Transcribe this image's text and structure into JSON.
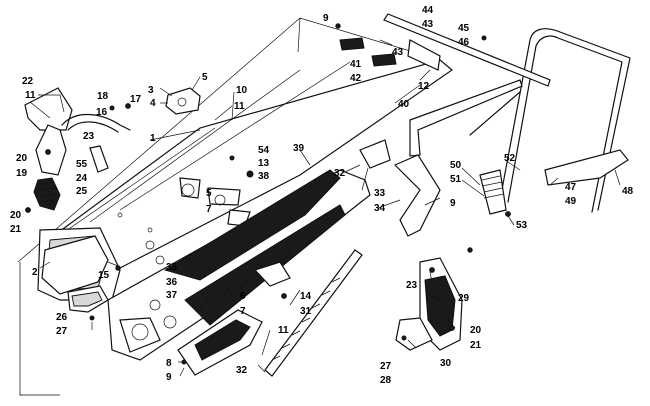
{
  "parts_diagram": {
    "callouts": [
      {
        "key": "c1",
        "text": "1"
      },
      {
        "key": "c2",
        "text": "2"
      },
      {
        "key": "c3",
        "text": "3"
      },
      {
        "key": "c4",
        "text": "4"
      },
      {
        "key": "c5a",
        "text": "5"
      },
      {
        "key": "c5b",
        "text": "5"
      },
      {
        "key": "c6",
        "text": "6"
      },
      {
        "key": "c7a",
        "text": "7"
      },
      {
        "key": "c7b",
        "text": "7"
      },
      {
        "key": "c8",
        "text": "8"
      },
      {
        "key": "c9a",
        "text": "9"
      },
      {
        "key": "c9b",
        "text": "9"
      },
      {
        "key": "c9c",
        "text": "9"
      },
      {
        "key": "c10",
        "text": "10"
      },
      {
        "key": "c11a",
        "text": "11"
      },
      {
        "key": "c11b",
        "text": "11"
      },
      {
        "key": "c11c",
        "text": "11"
      },
      {
        "key": "c12",
        "text": "12"
      },
      {
        "key": "c13",
        "text": "13"
      },
      {
        "key": "c14",
        "text": "14"
      },
      {
        "key": "c15",
        "text": "15"
      },
      {
        "key": "c16",
        "text": "16"
      },
      {
        "key": "c17",
        "text": "17"
      },
      {
        "key": "c18",
        "text": "18"
      },
      {
        "key": "c19",
        "text": "19"
      },
      {
        "key": "c20a",
        "text": "20"
      },
      {
        "key": "c20b",
        "text": "20"
      },
      {
        "key": "c20c",
        "text": "20"
      },
      {
        "key": "c21a",
        "text": "21"
      },
      {
        "key": "c21b",
        "text": "21"
      },
      {
        "key": "c22",
        "text": "22"
      },
      {
        "key": "c23a",
        "text": "23"
      },
      {
        "key": "c23b",
        "text": "23"
      },
      {
        "key": "c24",
        "text": "24"
      },
      {
        "key": "c25",
        "text": "25"
      },
      {
        "key": "c26",
        "text": "26"
      },
      {
        "key": "c27a",
        "text": "27"
      },
      {
        "key": "c27b",
        "text": "27"
      },
      {
        "key": "c28",
        "text": "28"
      },
      {
        "key": "c29",
        "text": "29"
      },
      {
        "key": "c30",
        "text": "30"
      },
      {
        "key": "c31",
        "text": "31"
      },
      {
        "key": "c32a",
        "text": "32"
      },
      {
        "key": "c32b",
        "text": "32"
      },
      {
        "key": "c33",
        "text": "33"
      },
      {
        "key": "c34",
        "text": "34"
      },
      {
        "key": "c35",
        "text": "35"
      },
      {
        "key": "c36",
        "text": "36"
      },
      {
        "key": "c37",
        "text": "37"
      },
      {
        "key": "c38",
        "text": "38"
      },
      {
        "key": "c39",
        "text": "39"
      },
      {
        "key": "c40",
        "text": "40"
      },
      {
        "key": "c41",
        "text": "41"
      },
      {
        "key": "c42",
        "text": "42"
      },
      {
        "key": "c43a",
        "text": "43"
      },
      {
        "key": "c43b",
        "text": "43"
      },
      {
        "key": "c44",
        "text": "44"
      },
      {
        "key": "c45",
        "text": "45"
      },
      {
        "key": "c46",
        "text": "46"
      },
      {
        "key": "c47",
        "text": "47"
      },
      {
        "key": "c48",
        "text": "48"
      },
      {
        "key": "c49",
        "text": "49"
      },
      {
        "key": "c50",
        "text": "50"
      },
      {
        "key": "c51",
        "text": "51"
      },
      {
        "key": "c52",
        "text": "52"
      },
      {
        "key": "c53",
        "text": "53"
      },
      {
        "key": "c54",
        "text": "54"
      },
      {
        "key": "c55",
        "text": "55"
      }
    ]
  }
}
